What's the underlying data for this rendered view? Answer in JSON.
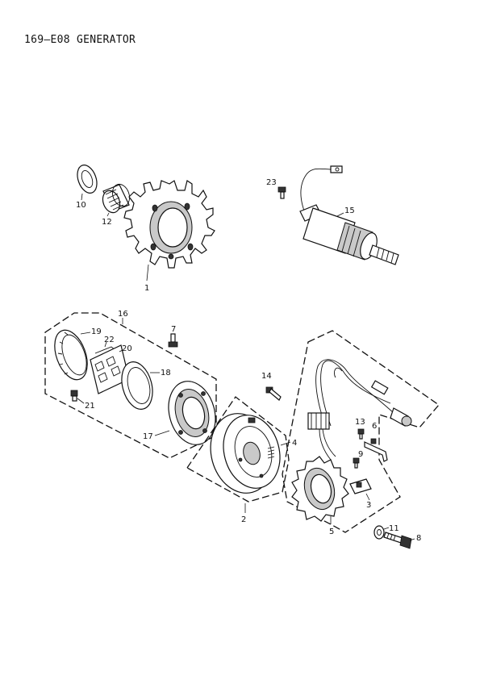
{
  "page": {
    "title": "169—E08 GENERATOR"
  },
  "callouts": {
    "p1": "1",
    "p2": "2",
    "p3": "3",
    "p4": "4",
    "p5": "5",
    "p6": "6",
    "p7": "7",
    "p8": "8",
    "p9": "9",
    "p10": "10",
    "p11": "11",
    "p12": "12",
    "p13": "13",
    "p14": "14",
    "p15": "15",
    "p16": "16",
    "p17": "17",
    "p18": "18",
    "p19": "19",
    "p20": "20",
    "p21": "21",
    "p22": "22",
    "p23": "23"
  }
}
